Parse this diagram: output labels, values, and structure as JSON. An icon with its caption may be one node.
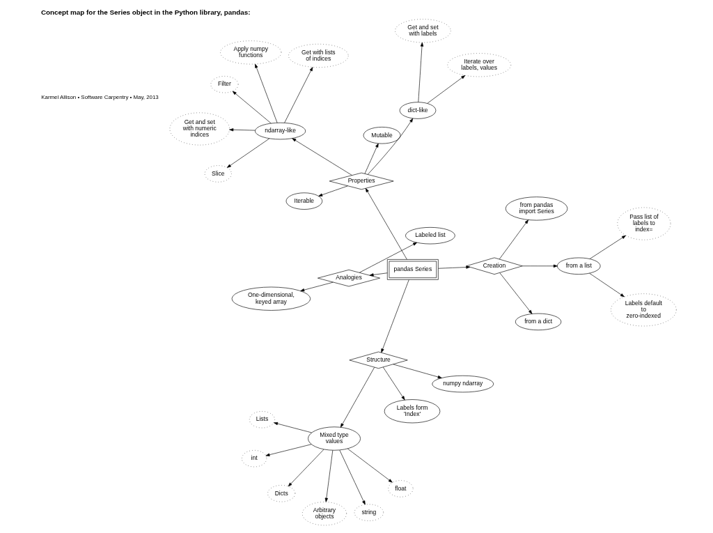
{
  "diagram": {
    "title": "Concept map for the Series object in the Python library, pandas:",
    "caption": "Karmel Allison • Software Carpentry • May, 2013",
    "nodes": [
      {
        "text": [
          "One-dimensional, keyed array"
        ]
      },
      {
        "text": [
          "numpy ndarray"
        ]
      },
      {
        "text": [
          "Labels form 'Index'"
        ]
      },
      {
        "text": [
          "Lists"
        ]
      },
      {
        "text": [
          "Labeled list"
        ]
      },
      {
        "text": [
          "Analogies"
        ]
      },
      {
        "text": [
          "Dicts"
        ]
      },
      {
        "text": [
          "Structure"
        ]
      },
      {
        "text": [
          "Mixed type values"
        ]
      },
      {
        "text": [
          "string"
        ]
      },
      {
        "text": [
          "Arbitrary objects"
        ]
      },
      {
        "text": [
          "int"
        ]
      },
      {
        "text": [
          "from pandas import Series"
        ]
      },
      {
        "text": [
          "float"
        ]
      },
      {
        "text": [
          "pandas Series"
        ]
      },
      {
        "text": [
          "from a dict"
        ]
      },
      {
        "text": [
          "Creation"
        ]
      },
      {
        "text": [
          "Properties"
        ]
      },
      {
        "text": [
          "Iterable"
        ]
      },
      {
        "text": [
          "Mutable"
        ]
      },
      {
        "text": [
          "from a list"
        ]
      },
      {
        "text": [
          "ndarray-like"
        ]
      },
      {
        "text": [
          "dict-like"
        ]
      },
      {
        "text": [
          "Get and set with labels"
        ]
      },
      {
        "text": [
          "Apply numpy functions"
        ]
      },
      {
        "text": [
          "Labels default to zero-indexed"
        ]
      },
      {
        "text": [
          "Pass list of labels to index="
        ]
      },
      {
        "text": [
          "Filter"
        ]
      },
      {
        "text": [
          "Slice"
        ]
      },
      {
        "text": [
          "Iterate over labels, values"
        ]
      },
      {
        "text": [
          "Get and set with numeric indices"
        ]
      },
      {
        "text": [
          "Get with lists of indices"
        ]
      }
    ],
    "edges": [
      {
        "from": 14,
        "to": 5,
        "arrow": "to"
      },
      {
        "from": 5,
        "to": 4,
        "arrow": "to"
      },
      {
        "from": 5,
        "to": 0,
        "arrow": "to"
      },
      {
        "from": 14,
        "to": 7,
        "arrow": "to"
      },
      {
        "from": 7,
        "to": 1,
        "arrow": "to"
      },
      {
        "from": 7,
        "to": 2,
        "arrow": "to"
      },
      {
        "from": 7,
        "to": 8,
        "arrow": "to"
      },
      {
        "from": 8,
        "to": 3,
        "arrow": "to"
      },
      {
        "from": 8,
        "to": 6,
        "arrow": "to"
      },
      {
        "from": 8,
        "to": 9,
        "arrow": "to"
      },
      {
        "from": 8,
        "to": 11,
        "arrow": "to"
      },
      {
        "from": 8,
        "to": 13,
        "arrow": "to"
      },
      {
        "from": 8,
        "to": 10,
        "arrow": "to"
      },
      {
        "from": 14,
        "to": 16,
        "arrow": "to"
      },
      {
        "from": 16,
        "to": 12,
        "arrow": "to"
      },
      {
        "from": 16,
        "to": 15,
        "arrow": "to"
      },
      {
        "from": 16,
        "to": 20,
        "arrow": "to"
      },
      {
        "from": 20,
        "to": 25,
        "arrow": "to"
      },
      {
        "from": 20,
        "to": 26,
        "arrow": "to"
      },
      {
        "from": 14,
        "to": 17,
        "arrow": "to"
      },
      {
        "from": 17,
        "to": 19,
        "arrow": "to"
      },
      {
        "from": 17,
        "to": 18,
        "arrow": "to"
      },
      {
        "from": 17,
        "to": 21,
        "arrow": "to"
      },
      {
        "from": 17,
        "to": 22,
        "arrow": "to"
      },
      {
        "from": 21,
        "to": 24,
        "arrow": "to"
      },
      {
        "from": 21,
        "to": 28,
        "arrow": "to"
      },
      {
        "from": 21,
        "to": 27,
        "arrow": "to"
      },
      {
        "from": 21,
        "to": 30,
        "arrow": "to"
      },
      {
        "from": 21,
        "to": 31,
        "arrow": "to"
      },
      {
        "from": 22,
        "to": 23,
        "arrow": "to"
      },
      {
        "from": 22,
        "to": 29,
        "arrow": "to"
      }
    ]
  }
}
